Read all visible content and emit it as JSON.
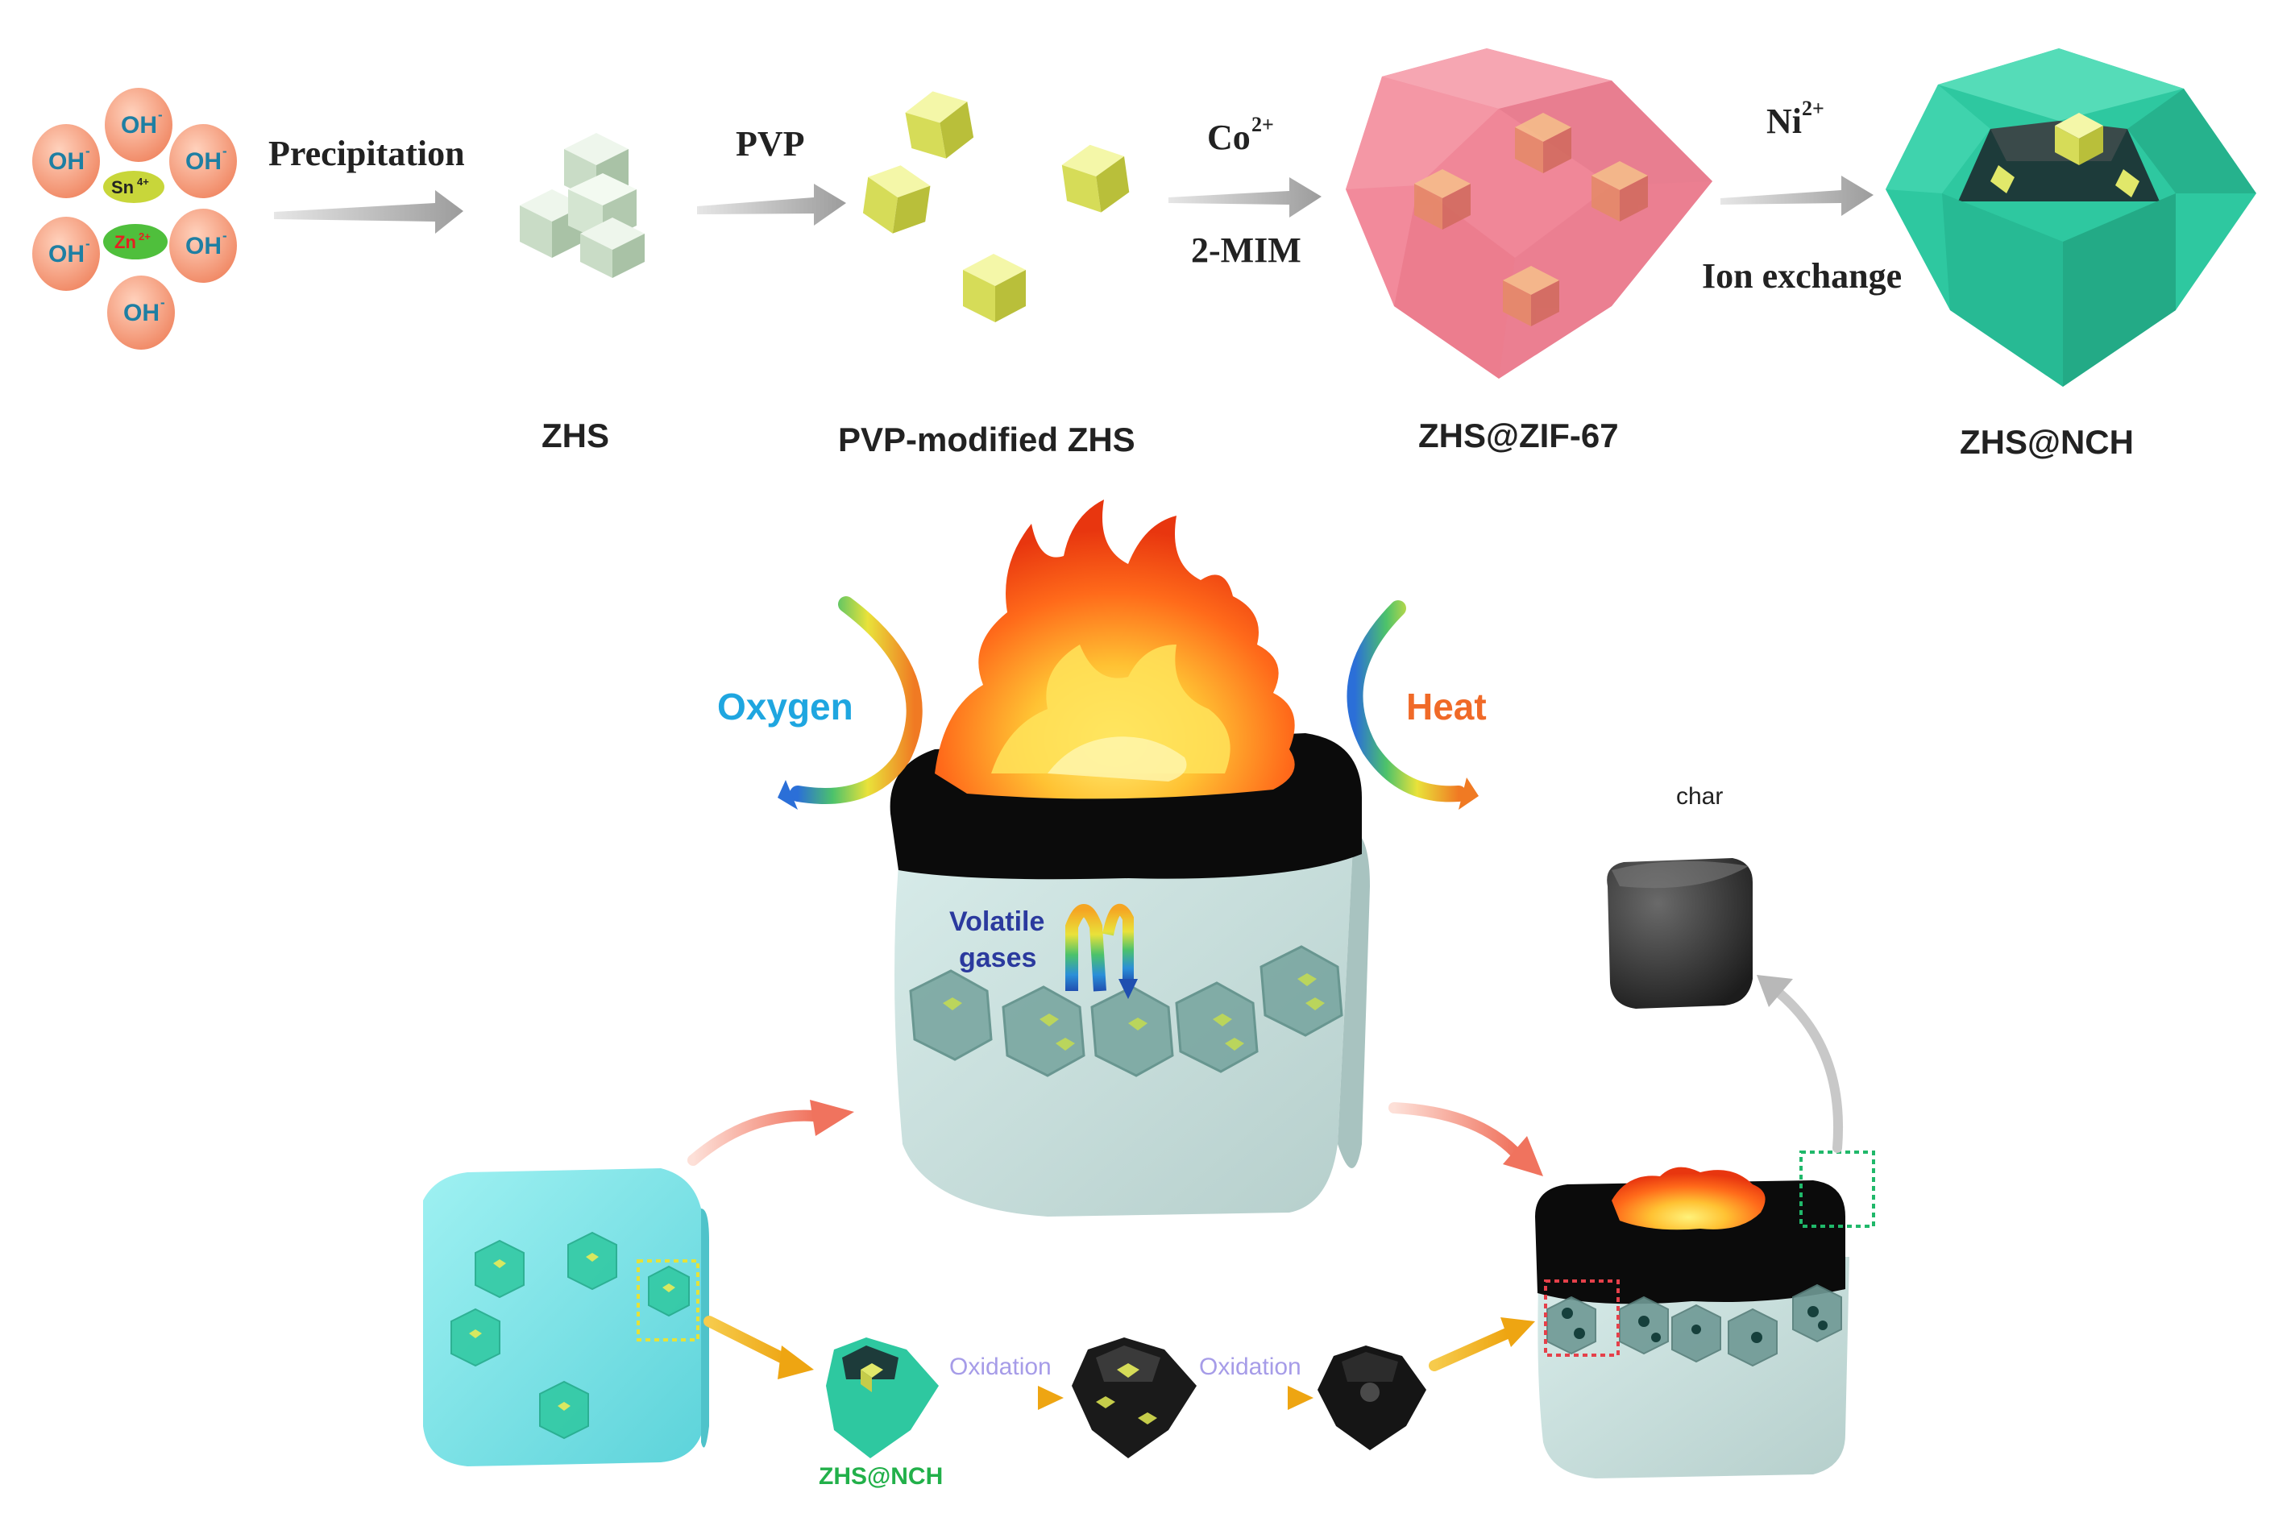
{
  "ions": {
    "oh": "OH",
    "oh_sup": "-",
    "sn": "Sn",
    "sn_sup": "4+",
    "zn": "Zn",
    "zn_sup": "2+"
  },
  "steps": {
    "precipitation": "Precipitation",
    "pvp": "PVP",
    "co": "Co",
    "co_sup": "2+",
    "mim": "2-MIM",
    "ni": "Ni",
    "ni_sup": "2+",
    "ion_exchange": "Ion exchange"
  },
  "products": {
    "zhs": "ZHS",
    "pvp_zhs": "PVP-modified ZHS",
    "zif": "ZHS@ZIF-67",
    "nch": "ZHS@NCH"
  },
  "mechanism": {
    "oxygen": "Oxygen",
    "heat": "Heat",
    "volatile_1": "Volatile",
    "volatile_2": "gases",
    "char": "char",
    "oxidation_1": "Oxidation",
    "oxidation_2": "Oxidation",
    "nch_small": "ZHS@NCH"
  },
  "colors": {
    "oh_ball": "#f4a07e",
    "sn_ball": "#c8d63a",
    "zn_ball": "#4fbf3c",
    "zif_pink": "#f28a9b",
    "nch_teal": "#2ec8a0",
    "cube_yellow": "#e1e86a",
    "polymer": "#cfe6e4",
    "polymer_cyan": "#78e0e6",
    "oxygen_blue": "#1fa6e0",
    "heat_orange": "#f06a28",
    "volatile_navy": "#2b3a9e",
    "arrow_gold": "#f2b51c"
  }
}
